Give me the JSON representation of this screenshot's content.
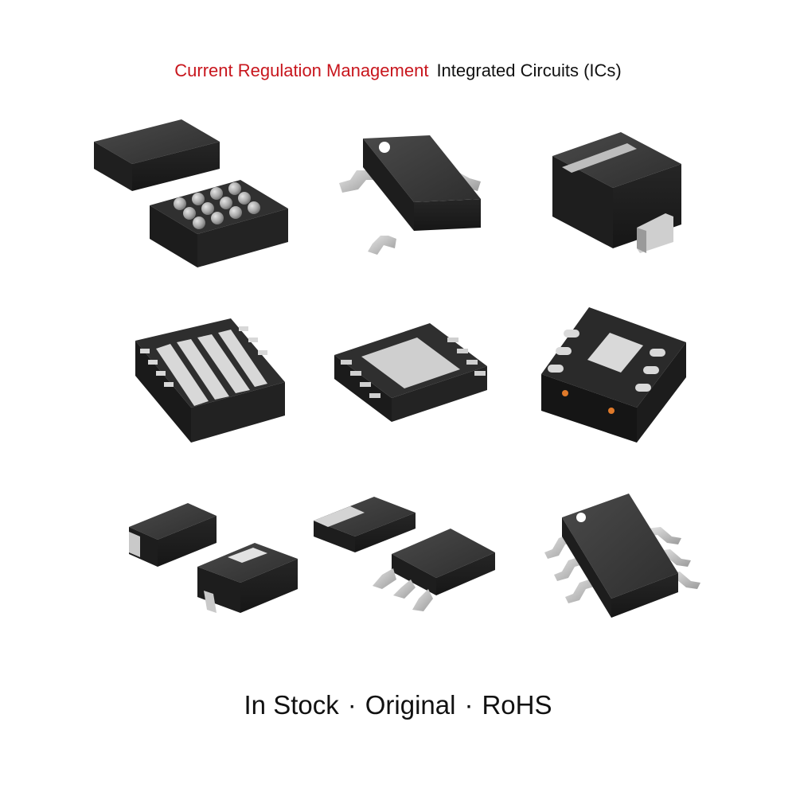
{
  "header": {
    "accent_text": "Current Regulation Management",
    "rest_text": "Integrated Circuits (ICs)",
    "accent_color": "#c8161d"
  },
  "footer": {
    "items": [
      "In Stock",
      "Original",
      "RoHS"
    ],
    "separator": "·"
  },
  "grid": {
    "rows": 3,
    "cols": 3,
    "cells": [
      {
        "name": "bga-chip-pair-image",
        "packages": [
          "chip-body",
          "ball-grid-array"
        ]
      },
      {
        "name": "sot-23-transistor-image",
        "packages": [
          "sot-23"
        ]
      },
      {
        "name": "smd-diode-image",
        "packages": [
          "sma-diode"
        ]
      },
      {
        "name": "qfn-underside-image",
        "packages": [
          "qfn-multi-pad"
        ]
      },
      {
        "name": "dfn-exposed-pad-image",
        "packages": [
          "dfn-12"
        ]
      },
      {
        "name": "dfn-8-orange-dot-image",
        "packages": [
          "dfn-8"
        ]
      },
      {
        "name": "sod-diode-pair-image",
        "packages": [
          "sod-123",
          "sod-123f"
        ]
      },
      {
        "name": "dpak-pair-image",
        "packages": [
          "dpak-top",
          "dpak-bottom"
        ]
      },
      {
        "name": "sot-23-6-image",
        "packages": [
          "sot-23-6"
        ]
      }
    ]
  }
}
